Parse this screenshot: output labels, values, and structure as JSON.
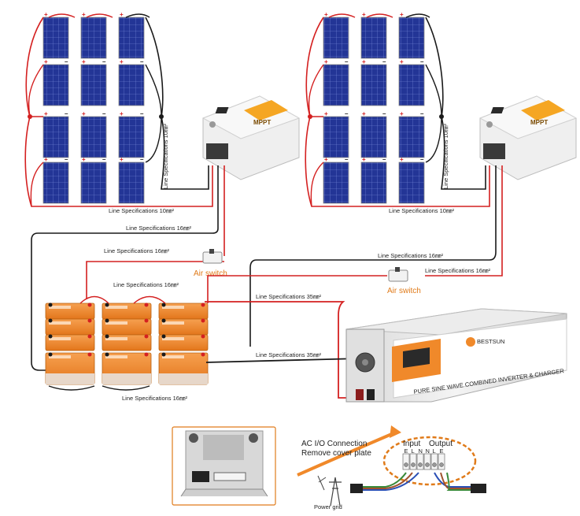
{
  "colors": {
    "panel_blue": "#1f2f8c",
    "panel_grid": "#6d7fd6",
    "wire_red": "#d42020",
    "wire_black": "#1a1a1a",
    "battery_orange": "#f0892a",
    "accent_orange": "#e07b1a",
    "mppt_orange": "#f5a623"
  },
  "solar_arrays": [
    {
      "id": "left",
      "controller_label": "MPPT",
      "labels": {
        "vertical": "Line Specifications 10㎜²",
        "bottom": "Line Specifications 10㎜²"
      }
    },
    {
      "id": "right",
      "controller_label": "MPPT",
      "labels": {
        "vertical": "Line Specifications 10㎜²",
        "bottom": "Line Specifications 10㎜²"
      }
    }
  ],
  "wire_labels": {
    "left_controller_to_battery": "Line Specifications 16㎜²",
    "left_breaker_line": "Line Specifications 16㎜²",
    "right_controller_to_battery": "Line Specifications 16㎜²",
    "right_breaker_line": "Line Specifications 16㎜²",
    "battery_top": "Line Specifications 16㎜²",
    "battery_bottom": "Line Specifications 16㎜²",
    "inverter_positive": "Line Specifications 35㎜²",
    "inverter_negative": "Line Specifications 35㎜²"
  },
  "air_switches": [
    {
      "id": "left",
      "label": "Air switch"
    },
    {
      "id": "right",
      "label": "Air switch"
    }
  ],
  "inverter": {
    "brand": "BESTSUN",
    "model_text": "PURE SINE WAVE COMBINED INVERTER & CHARGER"
  },
  "ac_connection": {
    "title_line1": "AC I/O Connection",
    "title_line2": "Remove cover plate",
    "input_label": "Input",
    "output_label": "Output",
    "terminals": [
      "E",
      "L",
      "N",
      "N",
      "L",
      "E"
    ],
    "tower_label": "Power grid"
  }
}
